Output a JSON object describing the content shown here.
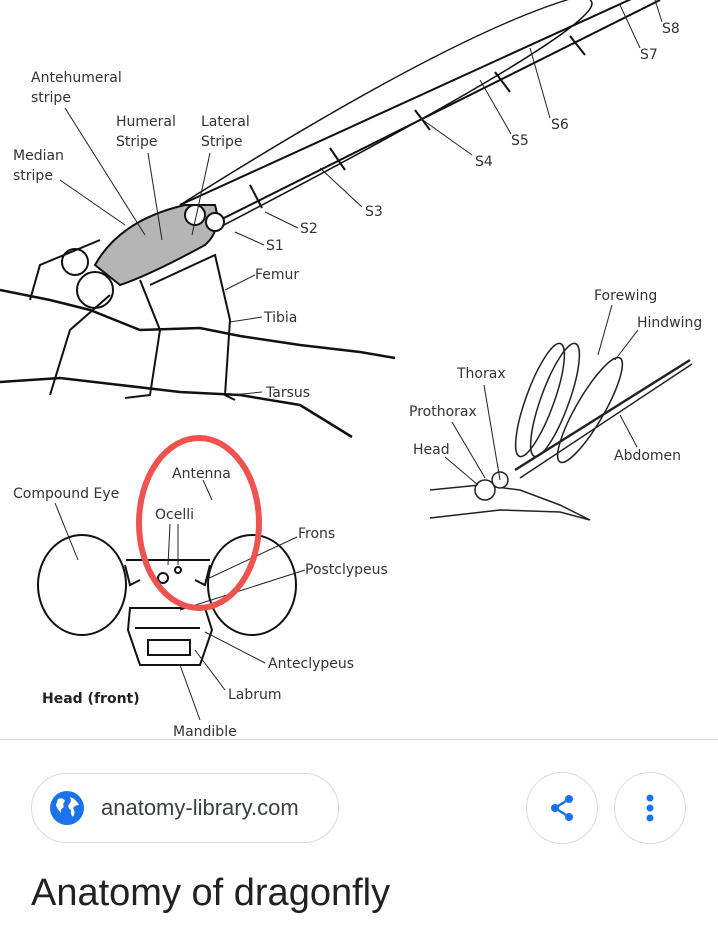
{
  "diagram": {
    "labels": {
      "antehumeral_1": "Antehumeral",
      "antehumeral_2": "stripe",
      "humeral_1": "Humeral",
      "humeral_2": "Stripe",
      "lateral_1": "Lateral",
      "lateral_2": "Stripe",
      "median_1": "Median",
      "median_2": "stripe",
      "s1": "S1",
      "s2": "S2",
      "s3": "S3",
      "s4": "S4",
      "s5": "S5",
      "s6": "S6",
      "s7": "S7",
      "s8": "S8",
      "femur": "Femur",
      "tibia": "Tibia",
      "tarsus": "Tarsus",
      "forewing": "Forewing",
      "hindwing": "Hindwing",
      "thorax": "Thorax",
      "prothorax": "Prothorax",
      "head": "Head",
      "abdomen": "Abdomen",
      "compound_eye": "Compound Eye",
      "antenna": "Antenna",
      "ocelli": "Ocelli",
      "frons": "Frons",
      "postclypeus": "Postclypeus",
      "anteclypeus": "Anteclypeus",
      "labrum": "Labrum",
      "mandible": "Mandible",
      "head_front": "Head (front)"
    },
    "highlight_color": "#ef5350"
  },
  "source": {
    "site": "anatomy-library.com",
    "icon": "globe-icon"
  },
  "actions": {
    "share_icon": "share-icon",
    "more_icon": "more-vert-icon",
    "accent_color": "#1a73e8"
  },
  "result": {
    "title": "Anatomy of dragonfly"
  }
}
